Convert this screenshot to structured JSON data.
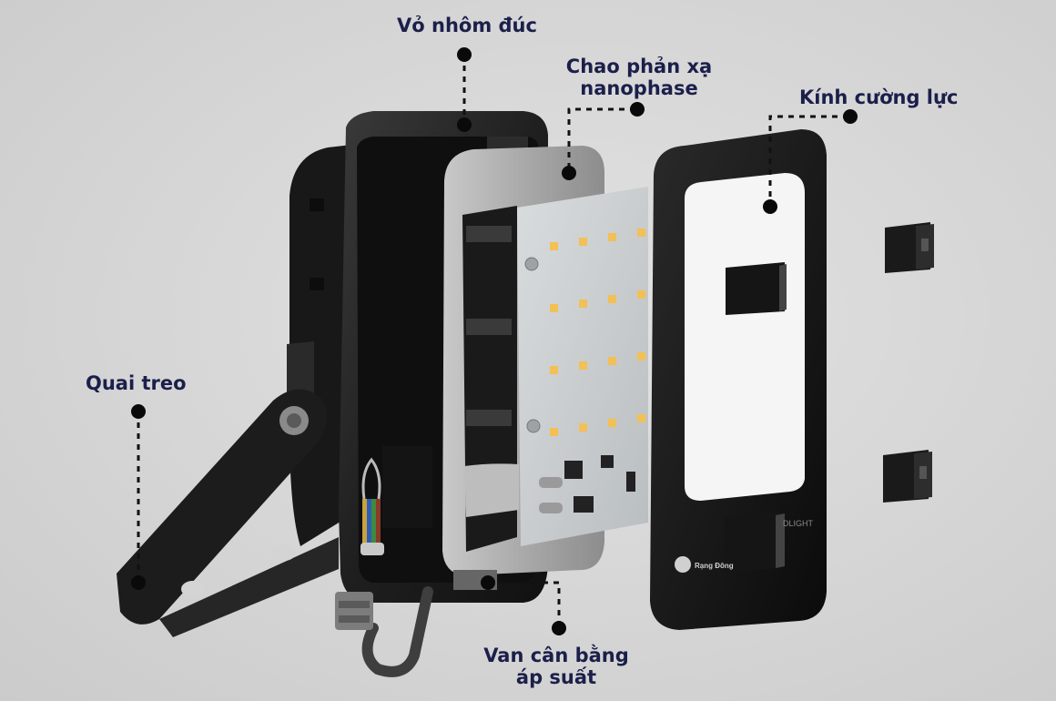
{
  "colors": {
    "background": "#d4d4d4",
    "label_text": "#1b1f4a",
    "housing": "#1e1e1e",
    "reflector": "#9a9a9a",
    "led_board": "#c9ced0",
    "led": "#f2c055",
    "glass_frame": "#141414",
    "glass_window": "#f4f4f4"
  },
  "labels": {
    "housing": "Vỏ nhôm đúc",
    "reflector_line1": "Chao phản xạ",
    "reflector_line2": "nanophase",
    "glass": "Kính cường lực",
    "bracket": "Quai treo",
    "valve_line1": "Van cân bằng",
    "valve_line2": "áp suất"
  },
  "brand_mark": "Rạng Đông"
}
